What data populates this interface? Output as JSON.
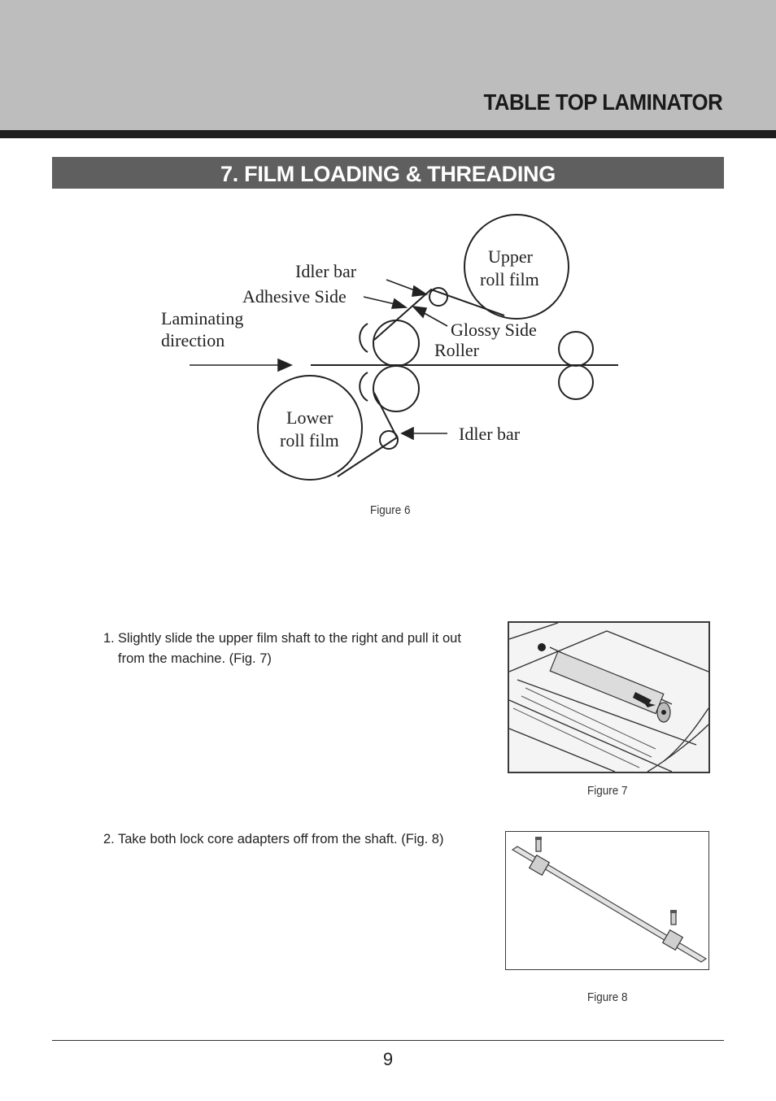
{
  "header": {
    "title": "TABLE TOP LAMINATOR"
  },
  "section": {
    "title": "7. FILM LOADING & THREADING"
  },
  "figure6": {
    "labels": {
      "idler_bar_top": "Idler bar",
      "adhesive_side": "Adhesive Side",
      "upper_roll_line1": "Upper",
      "upper_roll_line2": "roll film",
      "laminating_line1": "Laminating",
      "laminating_line2": "direction",
      "glossy_side": "Glossy Side",
      "roller": "Roller",
      "lower_roll_line1": "Lower",
      "lower_roll_line2": "roll film",
      "idler_bar_bottom": "Idler bar"
    },
    "caption": "Figure 6"
  },
  "steps": [
    {
      "number": "1.",
      "text": "Slightly slide the upper film shaft to the right and pull it out from the machine. (Fig. 7)"
    },
    {
      "number": "2.",
      "text": "Take both lock core adapters off from the shaft. (Fig. 8)"
    }
  ],
  "figure7": {
    "caption": "Figure 7"
  },
  "figure8": {
    "caption": "Figure 8"
  },
  "footer": {
    "page_number": "9"
  }
}
